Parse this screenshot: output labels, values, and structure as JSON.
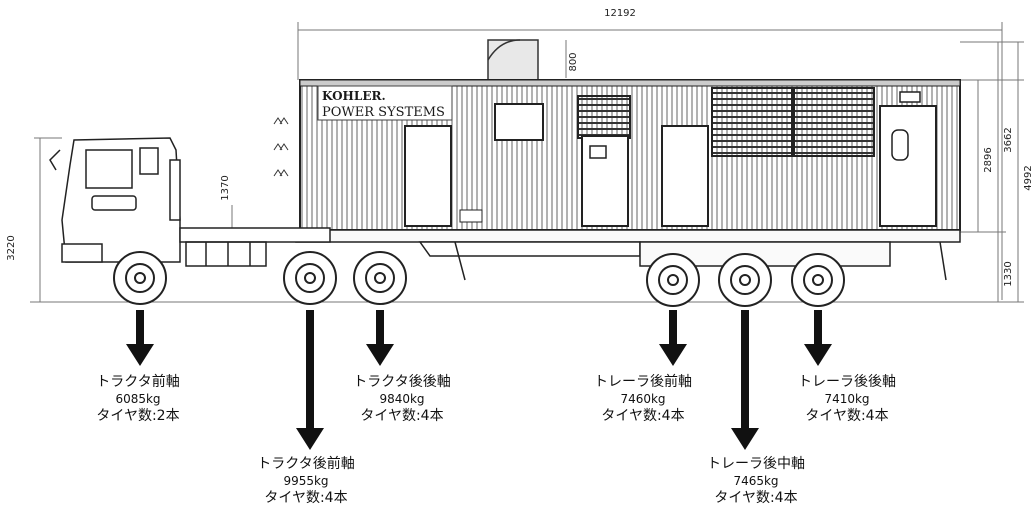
{
  "brand": {
    "line1": "KOHLER.",
    "line2": "POWER SYSTEMS"
  },
  "dimensions": {
    "overall_length": "12192",
    "exhaust_height": "800",
    "container_height": "2896",
    "upper_height": "3662",
    "total_height": "4992",
    "deck_height": "1330",
    "cab_height": "3220",
    "fifth_wheel_height": "1370"
  },
  "axles": [
    {
      "name": "トラクタ前軸",
      "weight": "6085kg",
      "tires": "タイヤ数:2本"
    },
    {
      "name": "トラクタ後前軸",
      "weight": "9955kg",
      "tires": "タイヤ数:4本"
    },
    {
      "name": "トラクタ後後軸",
      "weight": "9840kg",
      "tires": "タイヤ数:4本"
    },
    {
      "name": "トレーラ後前軸",
      "weight": "7460kg",
      "tires": "タイヤ数:4本"
    },
    {
      "name": "トレーラ後中軸",
      "weight": "7465kg",
      "tires": "タイヤ数:4本"
    },
    {
      "name": "トレーラ後後軸",
      "weight": "7410kg",
      "tires": "タイヤ数:4本"
    }
  ]
}
